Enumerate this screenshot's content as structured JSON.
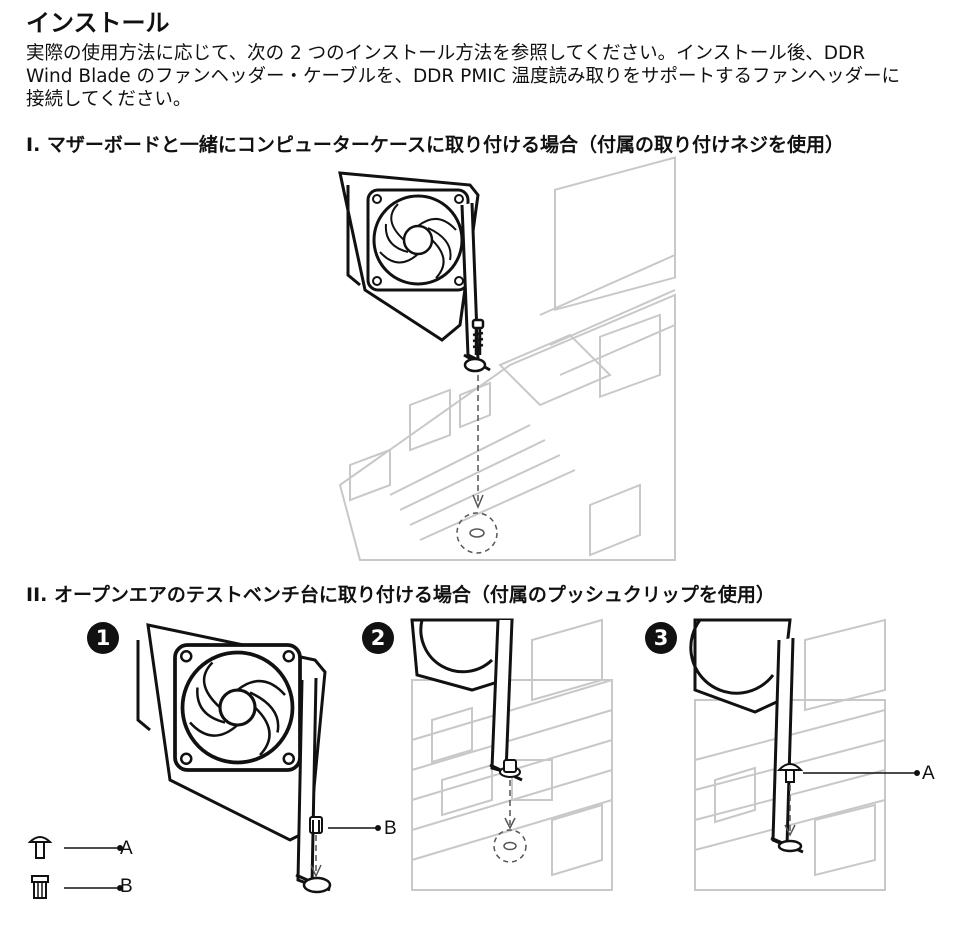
{
  "title": "インストール",
  "intro": [
    "実際の使用方法に応じて、次の 2 つのインストール方法を参照してください。インストール後、DDR",
    "Wind Blade のファンヘッダー・ケーブルを、DDR PMIC 温度読み取りをサポートするファンヘッダーに",
    "接続してください。"
  ],
  "section1": {
    "heading": "I. マザーボードと一緒にコンピューターケースに取り付ける場合（付属の取り付けネジを使用）"
  },
  "section2": {
    "heading": "II. オープンエアのテストベンチ台に取り付ける場合（付属のプッシュクリップを使用）",
    "steps": [
      "1",
      "2",
      "3"
    ],
    "legend": {
      "a": "A",
      "b": "B"
    },
    "callout_step1": "B",
    "callout_step3": "A"
  }
}
